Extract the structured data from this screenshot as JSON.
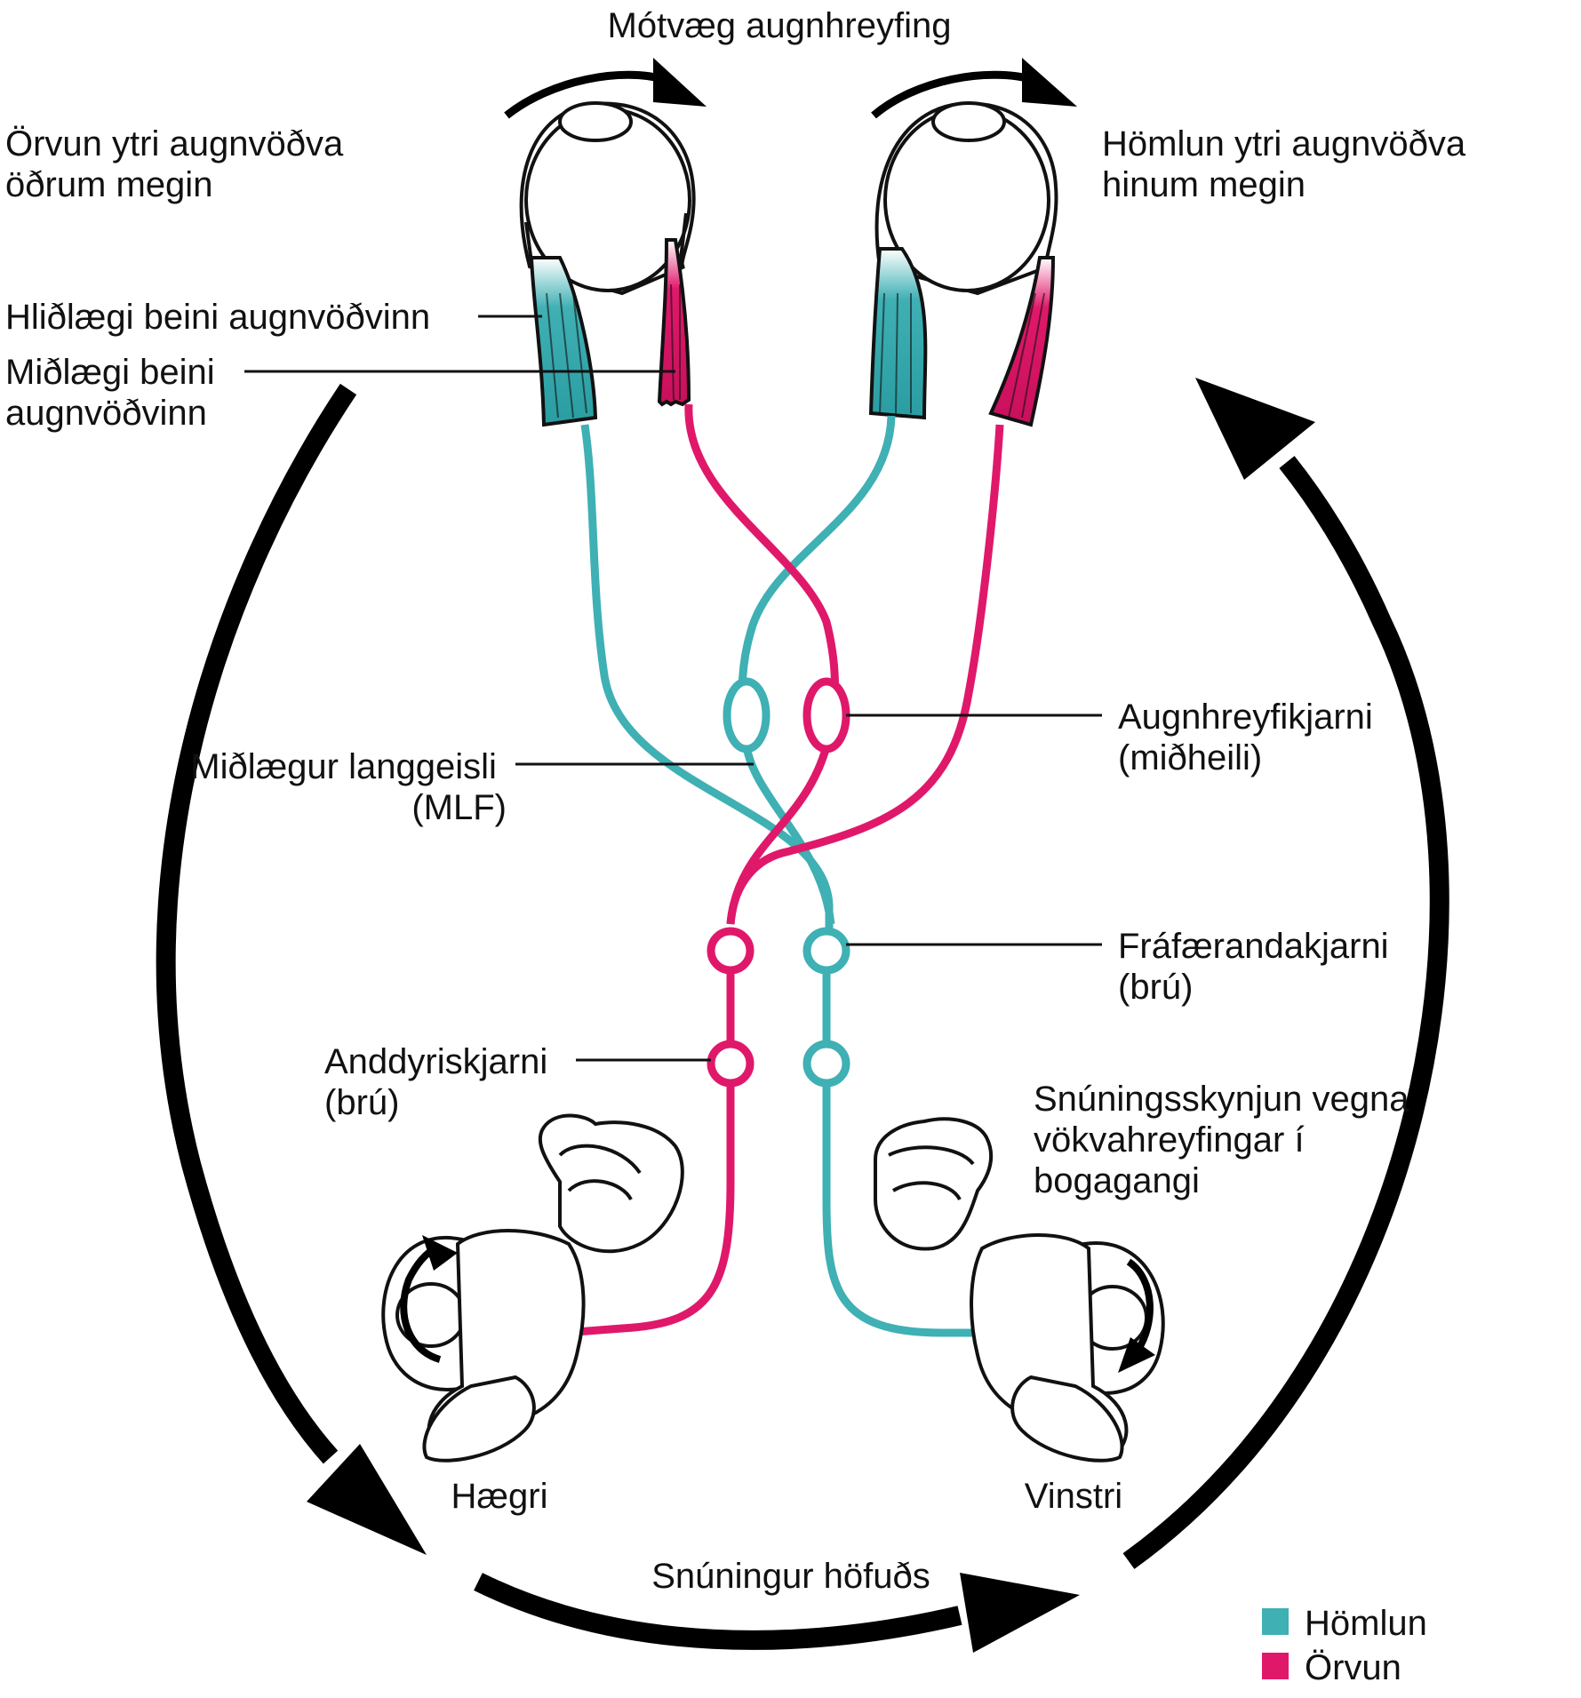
{
  "title": "Mótvæg augnhreyfing",
  "labels": {
    "excitation_side": [
      "Örvun ytri augnvöðva",
      "öðrum megin"
    ],
    "inhibition_side": [
      "Hömlun ytri augnvöðva",
      "hinum megin"
    ],
    "lateral_rectus": [
      "Hliðlægi beini augnvöðvinn"
    ],
    "medial_rectus": [
      "Miðlægi beini",
      "augnvöðvinn"
    ],
    "mlf": [
      "Miðlægur langgeisli",
      "(MLF)"
    ],
    "oculomotor": [
      "Augnhreyfikjarni",
      "(miðheili)"
    ],
    "abducens": [
      "Fráfærandakjarni",
      "(brú)"
    ],
    "vestibular": [
      "Anddyriskjarni",
      "(brú)"
    ],
    "rotation_sense": [
      "Snúningsskynjun vegna",
      "vökvahreyfingar í",
      "bogagangi"
    ],
    "right": "Hægri",
    "left": "Vinstri",
    "head_rotation": "Snúningur höfuðs"
  },
  "legend": [
    {
      "label": "Hömlun",
      "color": "#3fb0b4"
    },
    {
      "label": "Örvun",
      "color": "#e0186a"
    }
  ],
  "colors": {
    "inhibition": "#3fb0b4",
    "excitation": "#e0186a",
    "arrow": "#000000",
    "outline": "#111111"
  }
}
